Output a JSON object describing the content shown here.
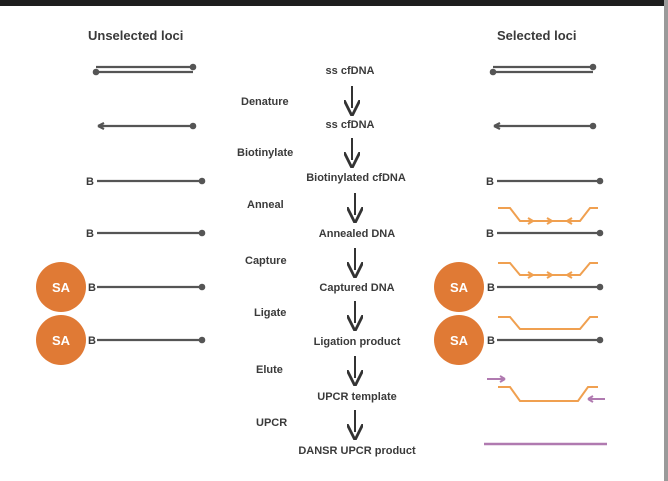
{
  "headers": {
    "unselected": "Unselected loci",
    "selected": "Selected loci"
  },
  "steps": [
    "Denature",
    "Biotinylate",
    "Anneal",
    "Capture",
    "Ligate",
    "Elute",
    "UPCR"
  ],
  "products": [
    "ss cfDNA",
    "ss cfDNA",
    "Biotinylated cfDNA",
    "Annealed DNA",
    "Captured DNA",
    "Ligation product",
    "UPCR template",
    "DANSR UPCR product"
  ],
  "biotin_label": "B",
  "streptavidin_label": "SA",
  "colors": {
    "strand": "#555555",
    "probe": "#f0a050",
    "primer": "#b07ab0",
    "bead": "#e07a35",
    "text": "#3a3a3a"
  }
}
